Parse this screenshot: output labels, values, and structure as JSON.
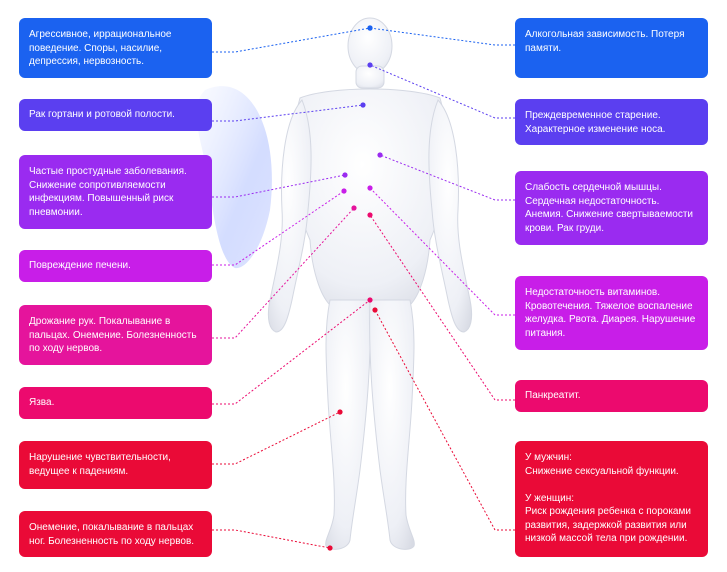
{
  "colors": {
    "blue": "#1b62f0",
    "indigo": "#5b3ff0",
    "violet": "#9a2bf0",
    "purple": "#c81ee8",
    "magenta": "#e5149c",
    "pink": "#ec0a6e",
    "red": "#ea0a37",
    "silhouette_glow": "#dfe6ff"
  },
  "left_boxes": [
    {
      "text": "Агрессивное, иррациональное\nповедение. Споры, насилие,\nдепрессия, нервозность."
    },
    {
      "text": "Рак гортани и ротовой полости."
    },
    {
      "text": "Частые простудные заболевания.\nСнижение сопротивляемости\nинфекциям. Повышенный риск\nпневмонии."
    },
    {
      "text": "Повреждение печени."
    },
    {
      "text": "Дрожание рук. Покалывание в\nпальцах. Онемение. Болезненность\nпо ходу нервов."
    },
    {
      "text": "Язва."
    },
    {
      "text": "Нарушение чувствительности,\nведущее к падениям."
    },
    {
      "text": "Онемение, покалывание в пальцах\nног. Болезненность по ходу нервов."
    }
  ],
  "right_boxes": [
    {
      "text": "Алкогольная зависимость. Потеря\nпамяти."
    },
    {
      "text": "Преждевременное старение.\nХарактерное изменение носа."
    },
    {
      "text": "Слабость сердечной мышцы.\nСердечная недостаточность.\nАнемия. Снижение свертываемости\nкрови. Рак груди."
    },
    {
      "text": "Недостаточность витаминов.\nКровотечения. Тяжелое воспаление\nжелудка. Рвота. Диарея. Нарушение\nпитания."
    },
    {
      "text": "Панкреатит."
    },
    {
      "text": "У мужчин:\nСнижение сексуальной функции.\n\nУ женщин:\nРиск рождения ребенка с пороками\nразвития, задержкой развития или\nнизкой массой тела при рождении."
    }
  ]
}
